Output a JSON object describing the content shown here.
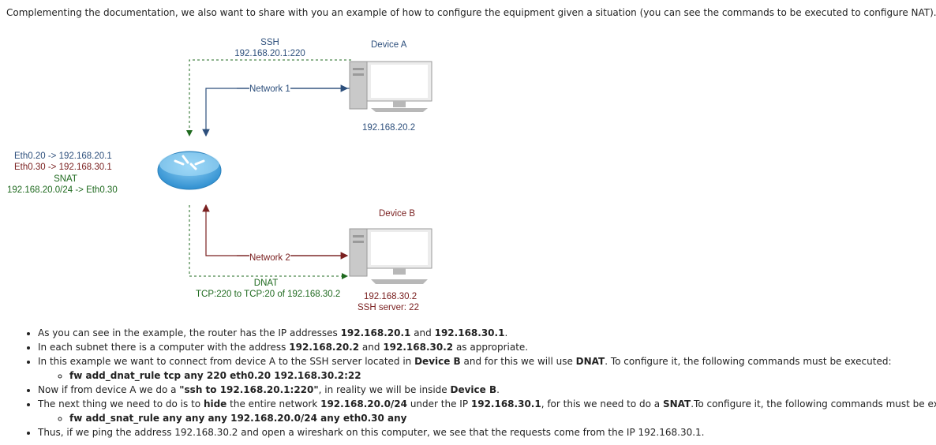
{
  "intro": "Complementing the documentation, we also want to share with you an example of how to configure the equipment given a situation (you can see the commands to be executed to configure NAT).",
  "diagram": {
    "ssh_label": "SSH",
    "ssh_addr": "192.168.20.1:220",
    "device_a": "Device A",
    "device_a_ip": "192.168.20.2",
    "network1": "Network 1",
    "router_info": [
      "Eth0.20 -> 192.168.20.1",
      "Eth0.30 -> 192.168.30.1",
      "SNAT",
      "192.168.20.0/24 -> Eth0.30"
    ],
    "device_b": "Device B",
    "network2": "Network 2",
    "dnat_label": "DNAT",
    "dnat_rule": "TCP:220 to TCP:20 of 192.168.30.2",
    "device_b_ip": "192.168.30.2",
    "device_b_ssh": "SSH server: 22",
    "colors": {
      "blue": "#2d4f7c",
      "red": "#7a2020",
      "green": "#1f6a1f",
      "router": "#3aa0e0"
    }
  },
  "notes": [
    {
      "parts": [
        "As you can see in the example, the router has the IP addresses ",
        "192.168.20.1",
        " and ",
        "192.168.30.1",
        "."
      ]
    },
    {
      "parts": [
        "In each subnet there is a computer with the address ",
        "192.168.20.2",
        " and ",
        "192.168.30.2",
        " as appropriate."
      ]
    },
    {
      "parts": [
        "In this example we want to connect from device A to the SSH server located in ",
        "Device B",
        " and for this we will use ",
        "DNAT",
        ". To configure it, the following commands must be executed:"
      ],
      "command": "fw add_dnat_rule tcp any 220 eth0.20 192.168.30.2:22"
    },
    {
      "parts": [
        "Now if from device A we do a ",
        "\"ssh to 192.168.20.1:220\"",
        ", in reality we will be inside ",
        "Device B",
        "."
      ]
    },
    {
      "parts": [
        "The next thing we need to do is to ",
        "hide",
        " the entire network ",
        "192.168.20.0/24",
        " under the IP ",
        "192.168.30.1",
        ", for this we need to do a ",
        "SNAT",
        ".To configure it, the following commands must be executed:"
      ],
      "command": "fw add_snat_rule any any any 192.168.20.0/24 any eth0.30 any"
    },
    {
      "parts": [
        "Thus, if we ping the address 192.168.30.2 and open a wireshark on this computer, we see that the requests come from the IP 192.168.30.1."
      ]
    }
  ]
}
